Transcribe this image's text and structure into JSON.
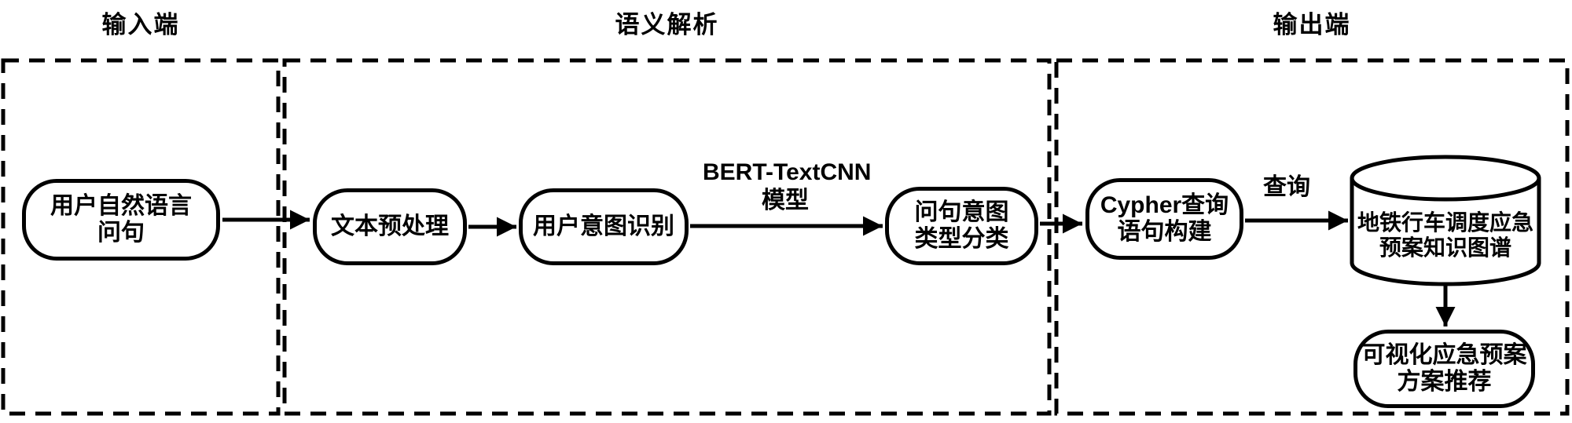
{
  "sections": [
    {
      "id": "input",
      "title": "输入端"
    },
    {
      "id": "semantic",
      "title": "语义解析"
    },
    {
      "id": "output",
      "title": "输出端"
    }
  ],
  "nodes": {
    "user_question": [
      "用户自然语言",
      "问句"
    ],
    "text_preprocessing": [
      "文本预处理"
    ],
    "intent_recognition": [
      "用户意图识别"
    ],
    "intent_classification": [
      "问句意图",
      "类型分类"
    ],
    "cypher_build": [
      "Cypher查询",
      "语句构建"
    ],
    "knowledge_graph": [
      "地铁行车调度应急",
      "预案知识图谱"
    ],
    "visualization": [
      "可视化应急预案",
      "方案推荐"
    ]
  },
  "edge_labels": {
    "model": [
      "BERT-TextCNN",
      "模型"
    ],
    "query": "查询"
  },
  "colors": {
    "ink": "#000000",
    "background": "#ffffff"
  }
}
